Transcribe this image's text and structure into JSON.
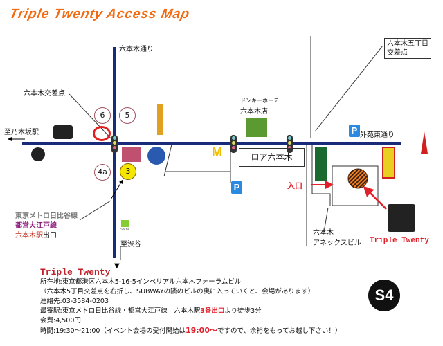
{
  "title": "Triple Twenty  Access Map",
  "roads": {
    "roppongi_dori": "六本木通り",
    "gaien_higashi_dori": "外苑東通り",
    "to_nogizaka": "至乃木坂駅",
    "to_shibuya": "至渋谷"
  },
  "intersections": {
    "roppongi": "六本木交差点",
    "roppongi5_line1": "六本木五丁目",
    "roppongi5_line2": "交差点"
  },
  "exits": [
    "6",
    "5",
    "4a",
    "3"
  ],
  "landmarks": {
    "donki_line1": "ドンキーホーテ",
    "donki_line2": "六本木店",
    "roa": "ロア六本木",
    "annex_line1": "六本木",
    "annex_line2": "アネックスビル",
    "smbc": "SMBC",
    "parking": "P"
  },
  "station": {
    "line1": "東京メトロ日比谷線",
    "line2": "都営大江戸線",
    "station": "六本木駅",
    "exit": "出口"
  },
  "entrance": "入口",
  "venue_label": "Triple Twenty",
  "info": {
    "name": "Triple Twenty",
    "address": "所在地:東京都港区六本木5-16-5インペリアル六本木フォーラムビル",
    "directions": "（六本木5丁目交差点を右折し、SUBWAYの隣のビルの奥に入っていくと、会場があります）",
    "contact": "連絡先:03-3584-0203",
    "nearest_prefix": "最寄駅:東京メトロ日比谷線・都営大江戸線　六本木駅",
    "nearest_exit": "3番出口",
    "nearest_suffix": "より徒歩3分",
    "fee": "会費:4,500円",
    "time_prefix": "時間:19:30〜21:00（イベント会場の受付開始は",
    "time_open": "19:00〜",
    "time_suffix": "ですので、余裕をもってお越し下さい！）"
  },
  "logo_text": "S4",
  "colors": {
    "road": "#1a2a7a",
    "title": "#f26a10",
    "accent": "#e0202a"
  }
}
